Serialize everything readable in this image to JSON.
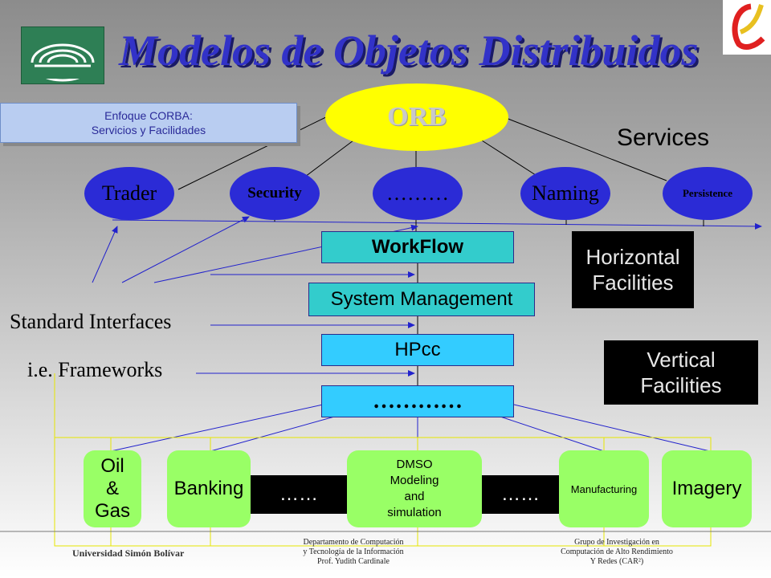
{
  "title": "Modelos de Objetos Distribuidos",
  "enfoque": {
    "line1": "Enfoque CORBA:",
    "line2": "Servicios y Facilidades"
  },
  "orb": "ORB",
  "services_label": "Services",
  "services": [
    {
      "label": "Trader"
    },
    {
      "label": "Security"
    },
    {
      "label": "………"
    },
    {
      "label": "Naming"
    },
    {
      "label": "Persistence"
    }
  ],
  "stack": {
    "workflow": "WorkFlow",
    "system_management": "System Management",
    "hpcc": "HPcc",
    "dots": "…………"
  },
  "horizontal": {
    "line1": "Horizontal",
    "line2": "Facilities"
  },
  "vertical": {
    "line1": "Vertical",
    "line2": "Facilities"
  },
  "standard_interfaces": "Standard Interfaces",
  "frameworks": "i.e. Frameworks",
  "verticals": {
    "oil": {
      "l1": "Oil",
      "l2": "&",
      "l3": "Gas"
    },
    "banking": "Banking",
    "dots_left": "……",
    "dmso": {
      "l1": "DMSO",
      "l2": "Modeling",
      "l3": "and",
      "l4": "simulation"
    },
    "dots_right": "……",
    "manufacturing": "Manufacturing",
    "imagery": "Imagery"
  },
  "footer": {
    "university": "Universidad Simón Bolívar",
    "dept": {
      "l1": "Departamento de Computación",
      "l2": "y Tecnología de la Información",
      "l3": "Prof. Yudith Cardinale"
    },
    "group": {
      "l1": "Grupo de Investigación en",
      "l2": "Computación de Alto Rendimiento",
      "l3": "Y Redes (CAR²)"
    }
  },
  "colors": {
    "title": "#3232c8",
    "orb": "#ffff00",
    "service": "#2b2bd6",
    "stack": "#33cccc",
    "vertical": "#99ff66"
  }
}
